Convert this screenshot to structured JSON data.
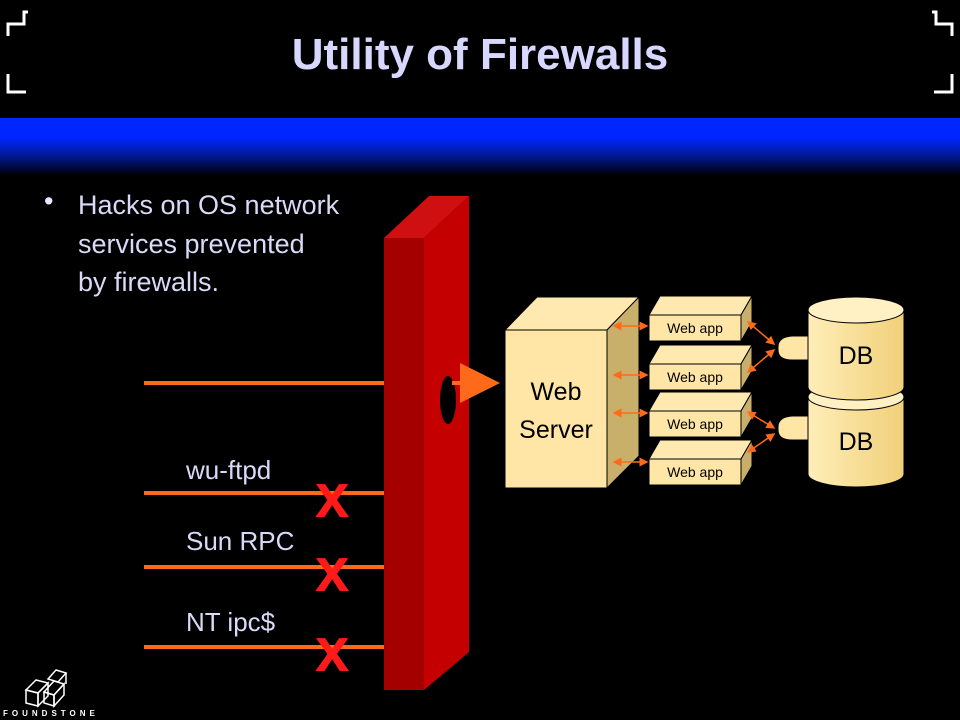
{
  "slide": {
    "title": "Utility of Firewalls",
    "bullet": "Hacks on OS network services prevented by firewalls."
  },
  "diagram": {
    "web_server_label_line1": "Web",
    "web_server_label_line2": "Server",
    "web_apps": [
      "Web app",
      "Web app",
      "Web app",
      "Web app"
    ],
    "databases": [
      "DB",
      "DB"
    ],
    "blocked_services": [
      "wu-ftpd",
      "Sun RPC",
      "NT ipc$"
    ],
    "block_mark": "x"
  },
  "logo": {
    "text": "FOUNDSTONE"
  },
  "colors": {
    "background": "#000000",
    "band": "#0026ff",
    "firewall_front": "#c00000",
    "firewall_side": "#a00000",
    "traffic_line": "#ff6a1a",
    "block_mark": "#ff1a1a",
    "box_fill": "#ffe6a6"
  }
}
